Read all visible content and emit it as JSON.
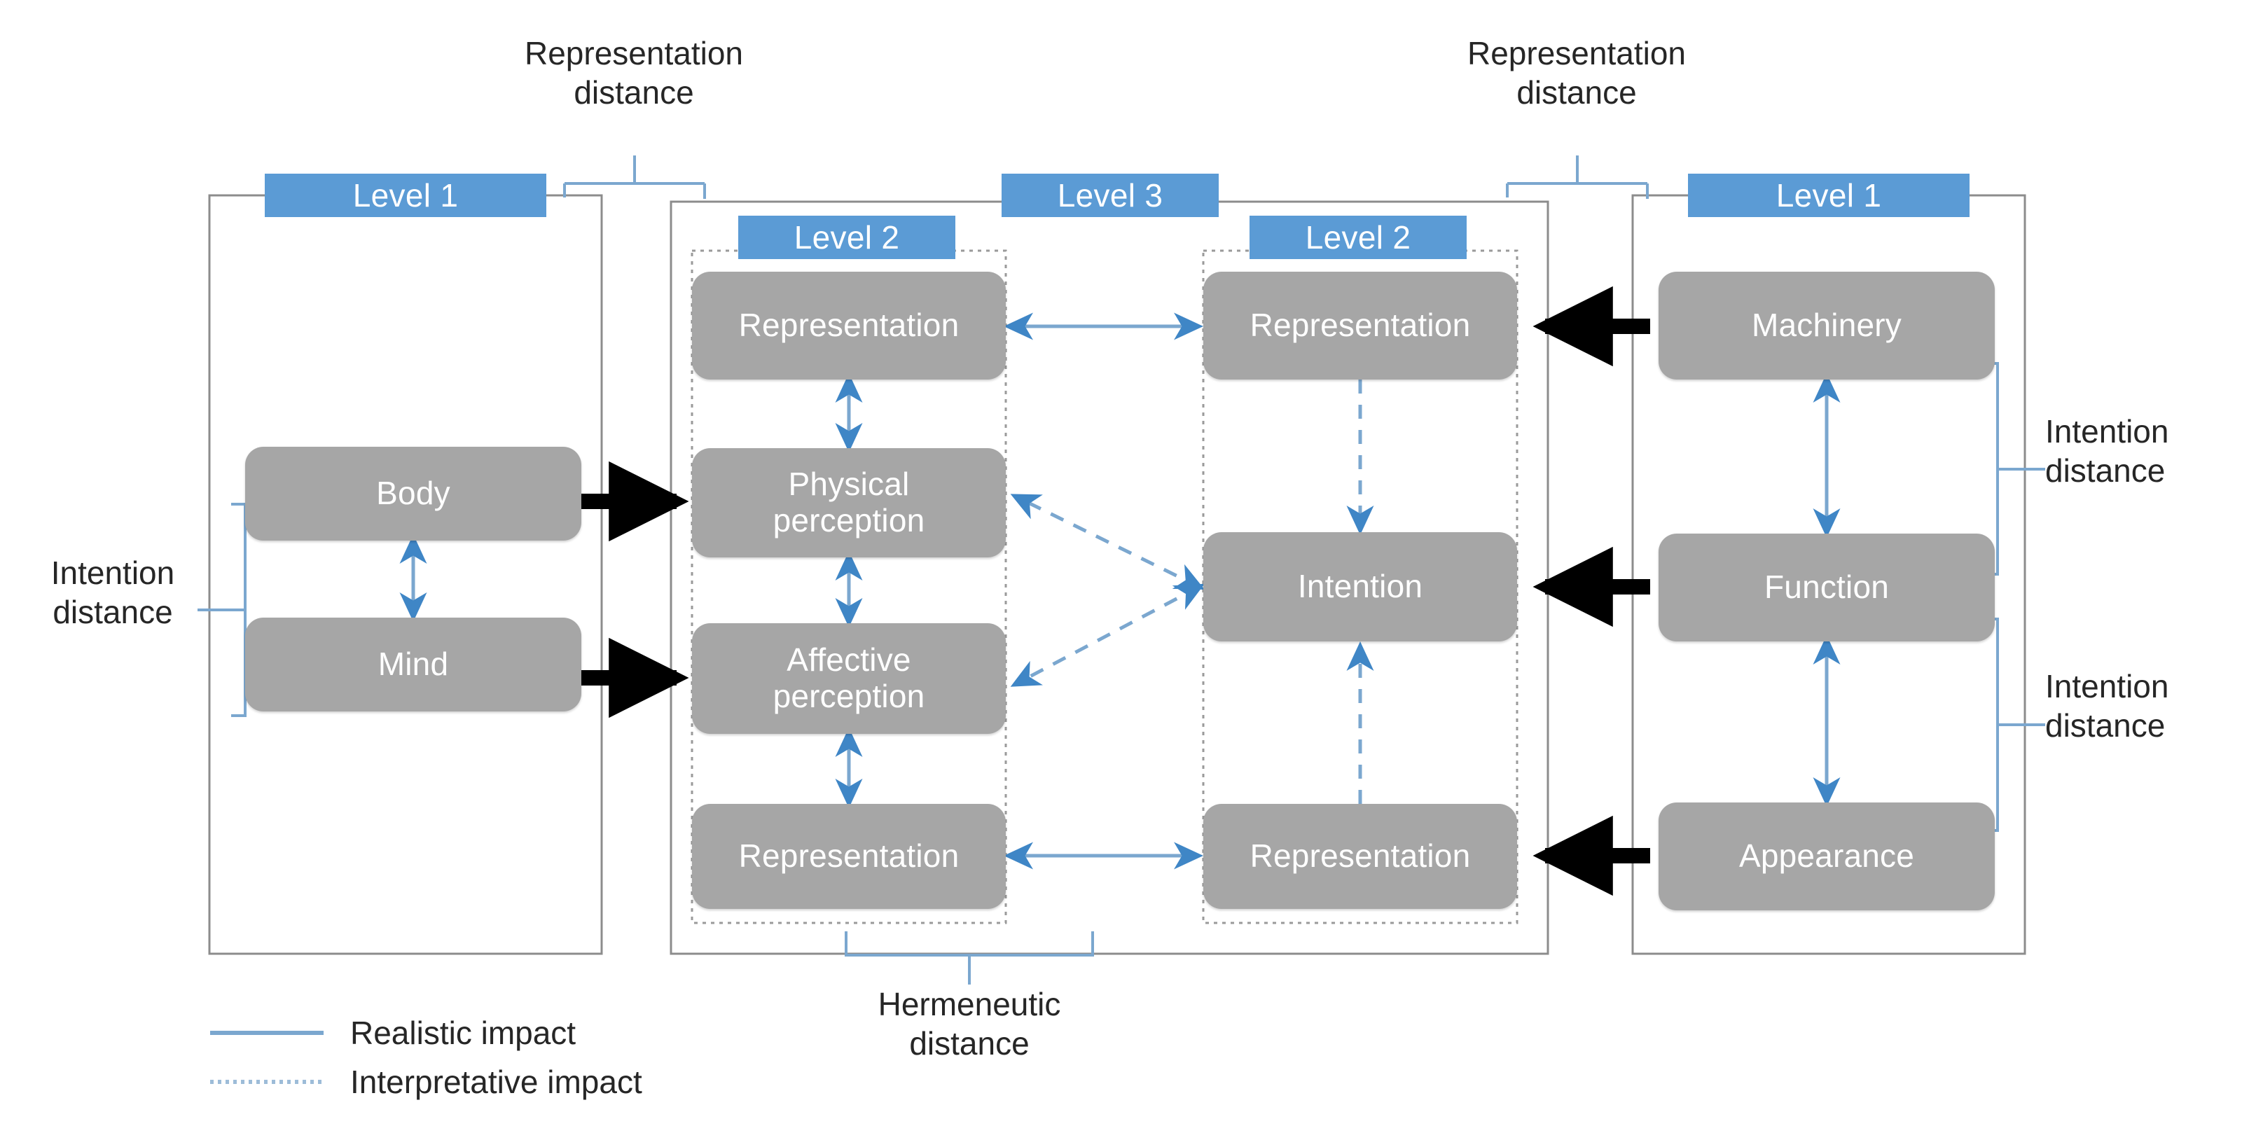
{
  "figure": {
    "title_present": false,
    "palette": {
      "accent_blue": "#5b9bd5",
      "node_gray": "#a6a6a6",
      "connector_blue": "#7ba7cf",
      "impact_black": "#000000",
      "text_dark": "#262626",
      "container_gray": "#8c8c8c",
      "background": "#ffffff"
    }
  },
  "level_tags": {
    "left_level1": "Level 1",
    "left_level2": "Level 2",
    "level3": "Level 3",
    "right_level2": "Level 2",
    "right_level1": "Level 1"
  },
  "nodes": {
    "human": [
      {
        "id": "body",
        "label": "Body"
      },
      {
        "id": "mind",
        "label": "Mind"
      }
    ],
    "perception": [
      {
        "id": "perc-rep-top",
        "label": "Representation"
      },
      {
        "id": "physical-perception",
        "label": "Physical\nperception"
      },
      {
        "id": "affective-perception",
        "label": "Affective\nperception"
      },
      {
        "id": "perc-rep-bottom",
        "label": "Representation"
      }
    ],
    "intention": [
      {
        "id": "int-rep-top",
        "label": "Representation"
      },
      {
        "id": "intention",
        "label": "Intention"
      },
      {
        "id": "int-rep-bottom",
        "label": "Representation"
      }
    ],
    "artifact": [
      {
        "id": "machinery",
        "label": "Machinery"
      },
      {
        "id": "function",
        "label": "Function"
      },
      {
        "id": "appearance",
        "label": "Appearance"
      }
    ]
  },
  "distance_labels": {
    "top_left": "Representation\ndistance",
    "top_right": "Representation\ndistance",
    "left_mid": "Intention\ndistance",
    "right_upper": "Intention\ndistance",
    "right_lower": "Intention\ndistance",
    "bottom_center": "Hermeneutic\ndistance"
  },
  "legend": {
    "items": [
      {
        "label": "Realistic impact",
        "style": "solid",
        "color": "#7ba7cf"
      },
      {
        "label": "Interpretative impact",
        "style": "dotted",
        "color": "#9dbcd8"
      }
    ]
  },
  "chart_data": {
    "type": "diagram",
    "diagram_kind": "conceptual block diagram",
    "columns": [
      {
        "name": "Level 1 (human)",
        "nodes": [
          "Body",
          "Mind"
        ]
      },
      {
        "name": "Level 2 (perception)",
        "nodes": [
          "Representation",
          "Physical perception",
          "Affective perception",
          "Representation"
        ]
      },
      {
        "name": "Level 2 (intention)",
        "nodes": [
          "Representation",
          "Intention",
          "Representation"
        ]
      },
      {
        "name": "Level 1 (artifact)",
        "nodes": [
          "Machinery",
          "Function",
          "Appearance"
        ]
      }
    ],
    "groups": [
      "Level 3 spans both Level 2 columns"
    ],
    "edges": [
      {
        "from": "Body",
        "to": "Mind",
        "style": "solid",
        "dir": "both",
        "kind": "realistic"
      },
      {
        "from": "Body",
        "to": "Physical perception",
        "style": "thick",
        "dir": "to",
        "kind": "impact"
      },
      {
        "from": "Mind",
        "to": "Affective perception",
        "style": "thick",
        "dir": "to",
        "kind": "impact"
      },
      {
        "from": "Representation (perception top)",
        "to": "Physical perception",
        "style": "solid",
        "dir": "both",
        "kind": "realistic"
      },
      {
        "from": "Physical perception",
        "to": "Affective perception",
        "style": "solid",
        "dir": "both",
        "kind": "realistic"
      },
      {
        "from": "Affective perception",
        "to": "Representation (perception bottom)",
        "style": "solid",
        "dir": "both",
        "kind": "realistic"
      },
      {
        "from": "Representation (perception top)",
        "to": "Representation (intention top)",
        "style": "solid",
        "dir": "both",
        "kind": "realistic"
      },
      {
        "from": "Representation (perception bottom)",
        "to": "Representation (intention bottom)",
        "style": "solid",
        "dir": "both",
        "kind": "realistic"
      },
      {
        "from": "Intention",
        "to": "Physical perception",
        "style": "dashed",
        "dir": "both",
        "kind": "interpretative"
      },
      {
        "from": "Intention",
        "to": "Affective perception",
        "style": "dashed",
        "dir": "both",
        "kind": "interpretative"
      },
      {
        "from": "Representation (intention top)",
        "to": "Intention",
        "style": "dashed",
        "dir": "to",
        "kind": "interpretative"
      },
      {
        "from": "Representation (intention bottom)",
        "to": "Intention",
        "style": "dashed",
        "dir": "to",
        "kind": "interpretative"
      },
      {
        "from": "Machinery",
        "to": "Representation (intention top)",
        "style": "thick",
        "dir": "to",
        "kind": "impact"
      },
      {
        "from": "Function",
        "to": "Intention",
        "style": "thick",
        "dir": "to",
        "kind": "impact"
      },
      {
        "from": "Appearance",
        "to": "Representation (intention bottom)",
        "style": "thick",
        "dir": "to",
        "kind": "impact"
      },
      {
        "from": "Machinery",
        "to": "Function",
        "style": "solid",
        "dir": "both",
        "kind": "realistic"
      },
      {
        "from": "Function",
        "to": "Appearance",
        "style": "solid",
        "dir": "both",
        "kind": "realistic"
      }
    ],
    "annotations": [
      "Representation distance (between Level 1 human and Level 3)",
      "Representation distance (between Level 3 and Level 1 artifact)",
      "Intention distance (Body–Mind)",
      "Intention distance (Machinery–Function)",
      "Intention distance (Function–Appearance)",
      "Hermeneutic distance (between the two Level 2 groups)"
    ]
  }
}
